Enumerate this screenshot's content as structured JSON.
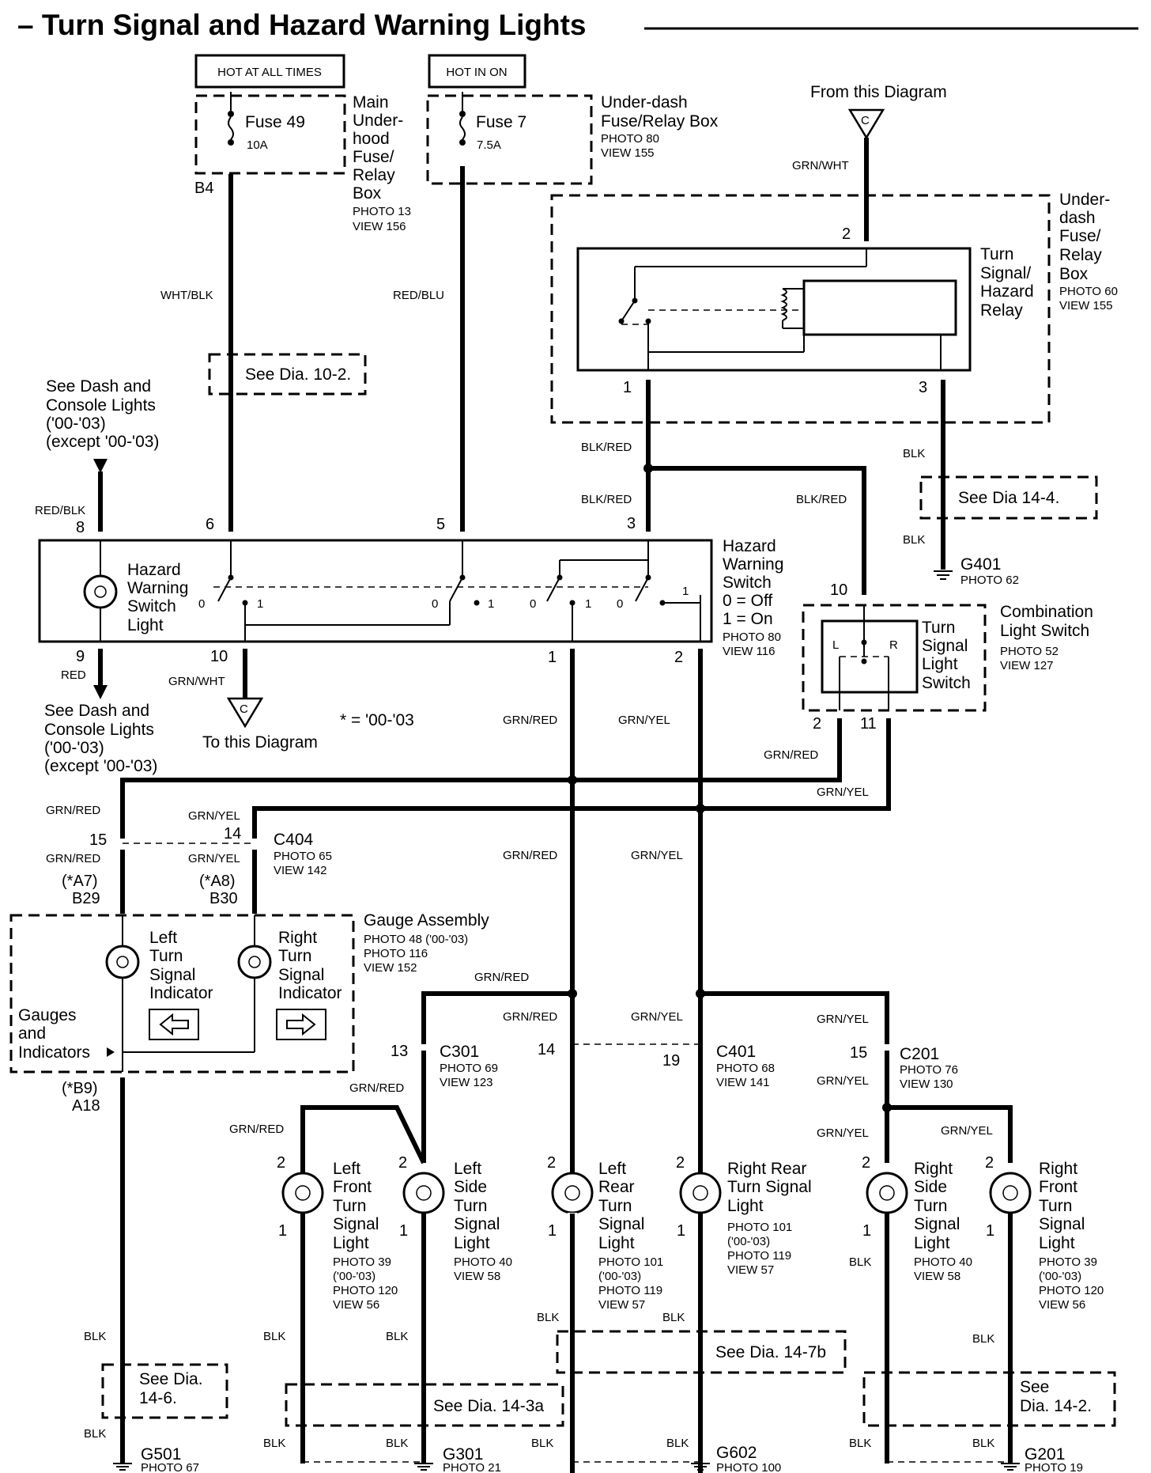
{
  "title": "– Turn Signal and Hazard Warning Lights",
  "labels": {
    "hot_at_all_times": "HOT AT ALL TIMES",
    "hot_in_on": "HOT IN ON",
    "fuse49": "Fuse  49",
    "fuse49_amp": "10A",
    "fuse7": "Fuse 7",
    "fuse7_amp": "7.5A",
    "underhood_box": [
      "Main",
      "Under-",
      "hood",
      "Fuse/",
      "Relay",
      "Box"
    ],
    "underhood_photo": [
      "PHOTO 13",
      "VIEW 156"
    ],
    "underdash_box1": [
      "Under-dash",
      "Fuse/Relay Box"
    ],
    "underdash_photo1": [
      "PHOTO 80",
      "VIEW 155"
    ],
    "from_diagram": "From this Diagram",
    "to_diagram": "To this Diagram",
    "underdash_box2": [
      "Under-",
      "dash",
      "Fuse/",
      "Relay",
      "Box"
    ],
    "underdash_photo2": [
      "PHOTO 60",
      "VIEW 155"
    ],
    "relay": [
      "Turn",
      "Signal/",
      "Hazard",
      "Relay"
    ],
    "see_10_2": "See Dia.  10-2.",
    "see_14_4": "See Dia   14-4.",
    "see_dash_top": [
      "See Dash and",
      "Console Lights",
      "('00-'03)",
      "(except '00-'03)"
    ],
    "see_dash_bottom": [
      "See Dash and",
      "Console Lights",
      "('00-'03)",
      "(except '00-'03)"
    ],
    "hazard_light": [
      "Hazard",
      "Warning",
      "Switch",
      "Light"
    ],
    "hazard_switch": [
      "Hazard",
      "Warning",
      "Switch",
      "0 =  Off",
      "1 =  On"
    ],
    "hazard_photo": [
      "PHOTO 80",
      "VIEW 116"
    ],
    "asterisk_note": "*  =  '00-'03",
    "g401": "G401",
    "g401_photo": "PHOTO 62",
    "combo": [
      "Combination",
      "Light Switch"
    ],
    "combo_photo": [
      "PHOTO 52",
      "VIEW 127"
    ],
    "tsl_switch": [
      "Turn",
      "Signal",
      "Light",
      "Switch"
    ],
    "c404": "C404",
    "c404_photo": [
      "PHOTO 65",
      "VIEW 142"
    ],
    "gauge": "Gauge Assembly",
    "gauge_photo": [
      "PHOTO 48 ('00-'03)",
      "PHOTO 116",
      "VIEW 152"
    ],
    "left_ind": [
      "Left",
      "Turn",
      "Signal",
      "Indicator"
    ],
    "right_ind": [
      "Right",
      "Turn",
      "Signal",
      "Indicator"
    ],
    "gauges_and": [
      "Gauges",
      "and",
      "Indicators"
    ],
    "c301": "C301",
    "c301_photo": [
      "PHOTO 69",
      "VIEW 123"
    ],
    "c401": "C401",
    "c401_photo": [
      "PHOTO 68",
      "VIEW 141"
    ],
    "c201": "C201",
    "c201_photo": [
      "PHOTO 76",
      "VIEW 130"
    ],
    "lights": [
      {
        "name": [
          "Left",
          "Front",
          "Turn",
          "Signal",
          "Light"
        ],
        "photo": [
          "PHOTO 39",
          "('00-'03)",
          "PHOTO 120",
          "VIEW 56"
        ]
      },
      {
        "name": [
          "Left",
          "Side",
          "Turn",
          "Signal",
          "Light"
        ],
        "photo": [
          "PHOTO 40",
          "VIEW 58"
        ]
      },
      {
        "name": [
          "Left",
          "Rear",
          "Turn",
          "Signal",
          "Light"
        ],
        "photo": [
          "PHOTO 101",
          "('00-'03)",
          "PHOTO 119",
          "VIEW 57"
        ]
      },
      {
        "name": [
          "Right Rear",
          "Turn Signal",
          "Light"
        ],
        "photo": [
          "PHOTO 101",
          "('00-'03)",
          "PHOTO 119",
          "VIEW 57"
        ]
      },
      {
        "name": [
          "Right",
          "Side",
          "Turn",
          "Signal",
          "Light"
        ],
        "photo": [
          "PHOTO 40",
          "VIEW 58"
        ]
      },
      {
        "name": [
          "Right",
          "Front",
          "Turn",
          "Signal",
          "Light"
        ],
        "photo": [
          "PHOTO 39",
          "('00-'03)",
          "PHOTO 120",
          "VIEW 56"
        ]
      }
    ],
    "see_14_6": [
      "See Dia.",
      "14-6."
    ],
    "see_14_3a": "See Dia.  14-3a",
    "see_14_7b": "See Dia.  14-7b",
    "see_14_2": [
      "See",
      "Dia.  14-2."
    ],
    "grounds": [
      {
        "name": "G501",
        "photo": "PHOTO 67"
      },
      {
        "name": "G301",
        "photo": "PHOTO 21"
      },
      {
        "name": "G602",
        "photo": "PHOTO 100"
      },
      {
        "name": "G201",
        "photo": "PHOTO 19"
      }
    ]
  },
  "wires": {
    "wht_blk": "WHT/BLK",
    "red_blu": "RED/BLU",
    "grn_wht": "GRN/WHT",
    "blk_red": "BLK/RED",
    "blk": "BLK",
    "red_blk": "RED/BLK",
    "red": "RED",
    "grn_red": "GRN/RED",
    "grn_yel": "GRN/YEL"
  },
  "pins": {
    "b4": "B4",
    "p2": "2",
    "p1": "1",
    "p3": "3",
    "p8": "8",
    "p6": "6",
    "p5": "5",
    "p9": "9",
    "p10": "10",
    "p11": "11",
    "p15": "15",
    "p14": "14",
    "p13": "13",
    "p19": "19",
    "a7": "(*A7)",
    "b29": "B29",
    "a8": "(*A8)",
    "b30": "B30",
    "b9": "(*B9)",
    "a18": "A18",
    "c": "C",
    "zero": "0",
    "one": "1",
    "L": "L",
    "R": "R"
  }
}
